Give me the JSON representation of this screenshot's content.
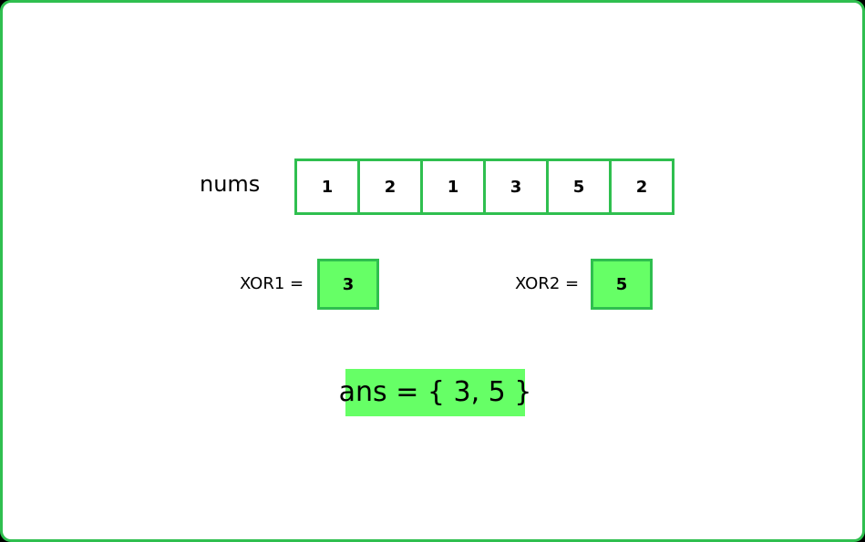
{
  "colors": {
    "accent_border": "#2fbf4f",
    "highlight_fill": "#66ff66",
    "background": "#ffffff"
  },
  "nums": {
    "label": "nums",
    "values": [
      "1",
      "2",
      "1",
      "3",
      "5",
      "2"
    ]
  },
  "xor1": {
    "label": "XOR1 =",
    "value": "3"
  },
  "xor2": {
    "label": "XOR2 =",
    "value": "5"
  },
  "answer": {
    "text": "ans = { 3, 5 }"
  }
}
